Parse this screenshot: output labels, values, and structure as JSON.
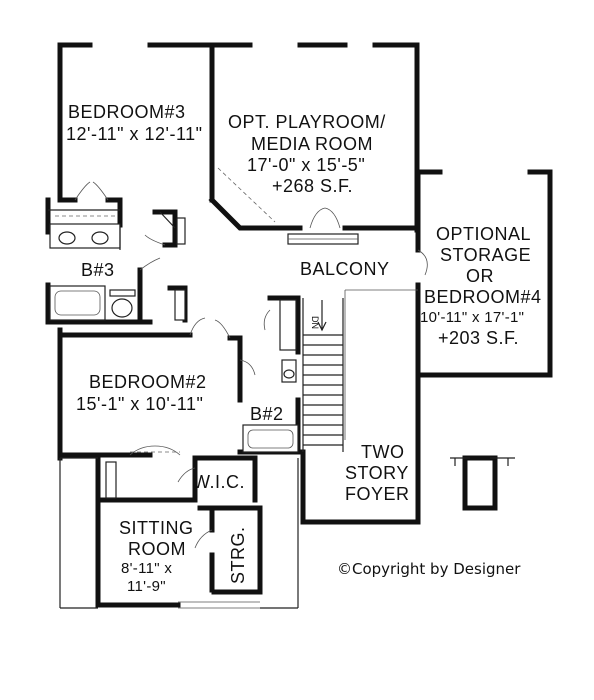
{
  "rooms": {
    "bedroom3": {
      "name": "BEDROOM#3",
      "size": "12'-11\" x 12'-11\""
    },
    "playroom": {
      "name_line1": "OPT. PLAYROOM/",
      "name_line2": "MEDIA ROOM",
      "size": "17'-0\" x 15'-5\"",
      "area": "+268 S.F."
    },
    "bath3": {
      "name": "B#3"
    },
    "balcony": {
      "name": "BALCONY"
    },
    "storage": {
      "line1": "OPTIONAL",
      "line2": "STORAGE",
      "line3": "OR",
      "line4": "BEDROOM#4",
      "size": "10'-11\" x 17'-1\"",
      "area": "+203 S.F."
    },
    "bedroom2": {
      "name": "BEDROOM#2",
      "size": "15'-1\" x 10'-11\""
    },
    "bath2": {
      "name": "B#2"
    },
    "foyer": {
      "line1": "TWO",
      "line2": "STORY",
      "line3": "FOYER"
    },
    "wic": {
      "name": "W.I.C."
    },
    "sitting": {
      "line1": "SITTING",
      "line2": "ROOM",
      "size1": "8'-11\" x",
      "size2": "11'-9\""
    },
    "strg": {
      "name": "STRG."
    }
  },
  "stair": {
    "down_label": "DN"
  },
  "copyright": "©Copyright by Designer"
}
